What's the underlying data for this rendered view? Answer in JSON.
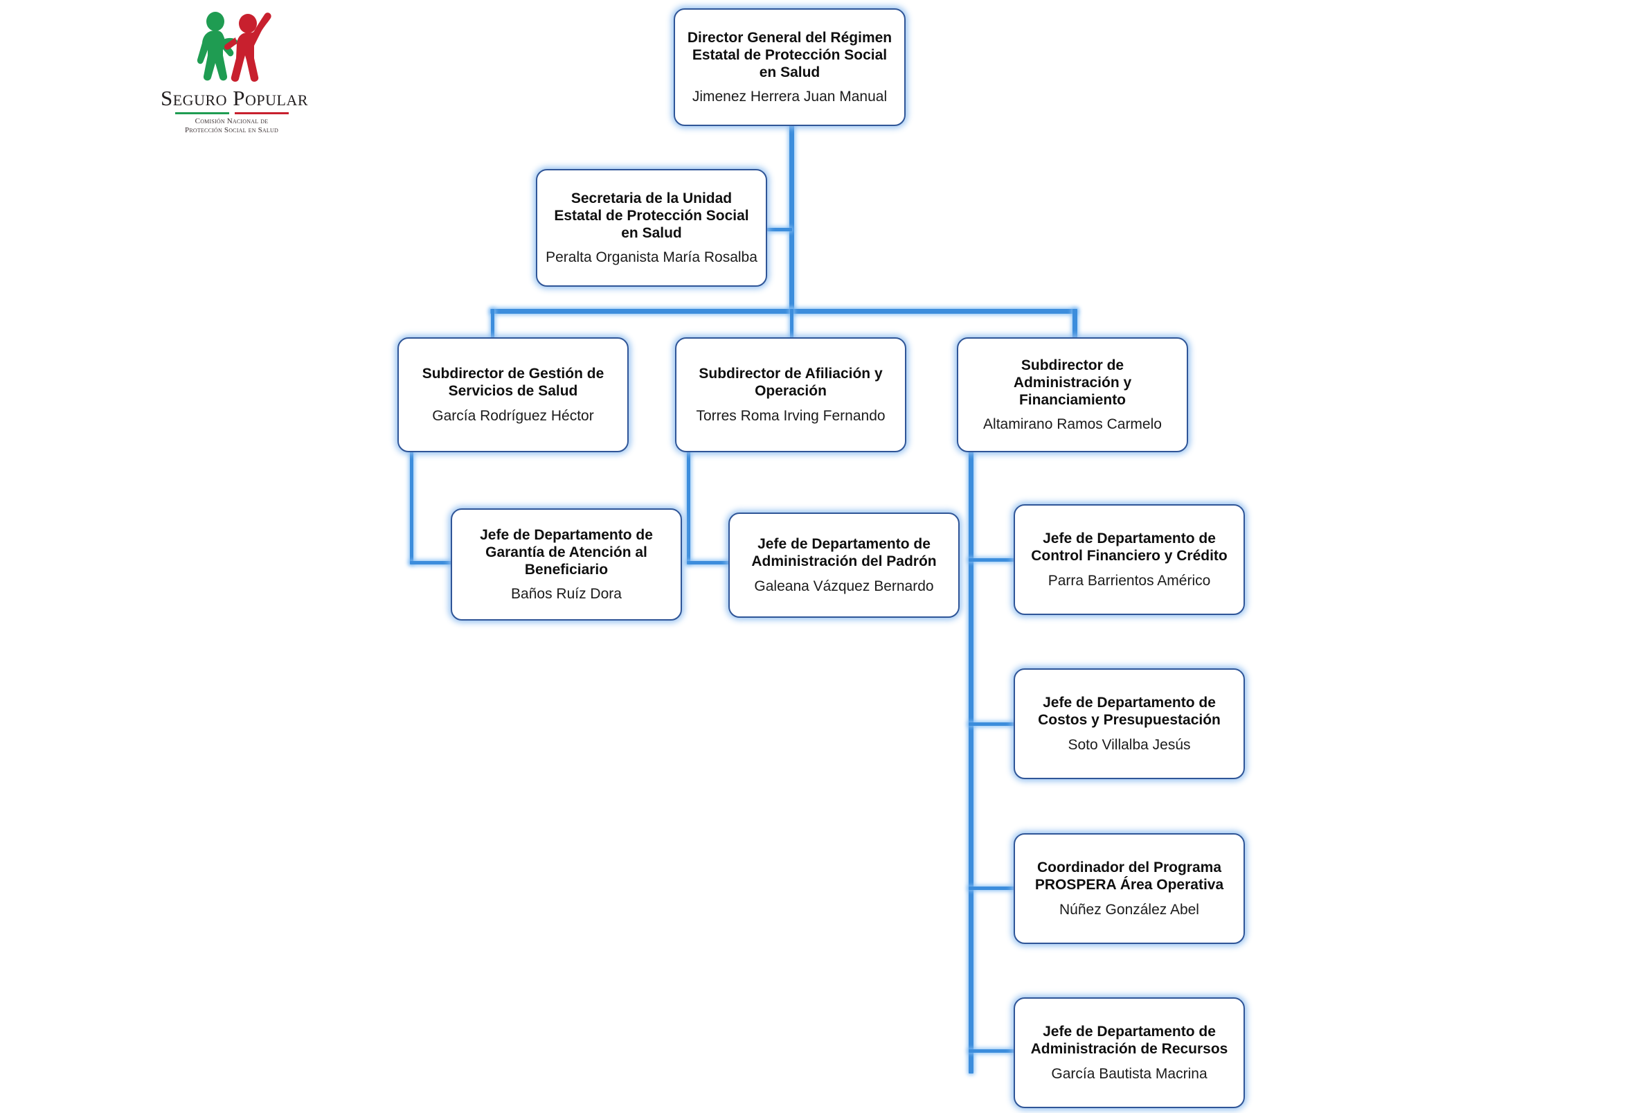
{
  "logo": {
    "name": "Seguro Popular",
    "wordmark": "Seguro Popular",
    "subtitle_line1": "Comisión Nacional de",
    "subtitle_line2": "Protección Social en Salud",
    "figure_colors": {
      "left": "#1f9c52",
      "right": "#c8202e"
    }
  },
  "colors": {
    "box_border": "#2f5597",
    "box_glow": "#8fbef0",
    "connector": "#3c8ddc",
    "text": "#0f0f0f"
  },
  "chart_data": {
    "type": "diagram",
    "title": "Organigrama Régimen Estatal de Protección Social en Salud"
  },
  "nodes": [
    {
      "id": "director-general",
      "title": "Director General del Régimen Estatal de Protección Social en Salud",
      "person": "Jimenez Herrera Juan Manual",
      "level": 0
    },
    {
      "id": "secretaria-unidad",
      "title": "Secretaria de la Unidad Estatal de Protección Social en Salud",
      "person": "Peralta Organista María Rosalba",
      "level": 1
    },
    {
      "id": "subdirector-gestion",
      "title": "Subdirector de Gestión de Servicios de Salud",
      "person": "García Rodríguez Héctor",
      "level": 2
    },
    {
      "id": "subdirector-afiliacion",
      "title": "Subdirector de Afiliación y Operación",
      "person": "Torres Roma Irving Fernando",
      "level": 2
    },
    {
      "id": "subdirector-administracion",
      "title": "Subdirector de Administración y Financiamiento",
      "person": "Altamirano Ramos Carmelo",
      "level": 2
    },
    {
      "id": "jefe-garantia",
      "title": "Jefe de Departamento de Garantía de Atención al Beneficiario",
      "person": "Baños Ruíz Dora",
      "level": 3,
      "parent": "subdirector-gestion"
    },
    {
      "id": "jefe-padron",
      "title": "Jefe de Departamento de Administración del Padrón",
      "person": "Galeana Vázquez Bernardo",
      "level": 3,
      "parent": "subdirector-afiliacion"
    },
    {
      "id": "jefe-control-financiero",
      "title": "Jefe de Departamento de Control Financiero y Crédito",
      "person": "Parra Barrientos Américo",
      "level": 3,
      "parent": "subdirector-administracion"
    },
    {
      "id": "jefe-costos",
      "title": "Jefe de Departamento de Costos y Presupuestación",
      "person": "Soto Villalba Jesús",
      "level": 3,
      "parent": "subdirector-administracion"
    },
    {
      "id": "coordinador-prospera",
      "title": "Coordinador del Programa PROSPERA Área Operativa",
      "person": "Núñez González Abel",
      "level": 3,
      "parent": "subdirector-administracion"
    },
    {
      "id": "jefe-recursos",
      "title": "Jefe de Departamento de Administración de Recursos",
      "person": "García Bautista Macrina",
      "level": 3,
      "parent": "subdirector-administracion"
    }
  ]
}
